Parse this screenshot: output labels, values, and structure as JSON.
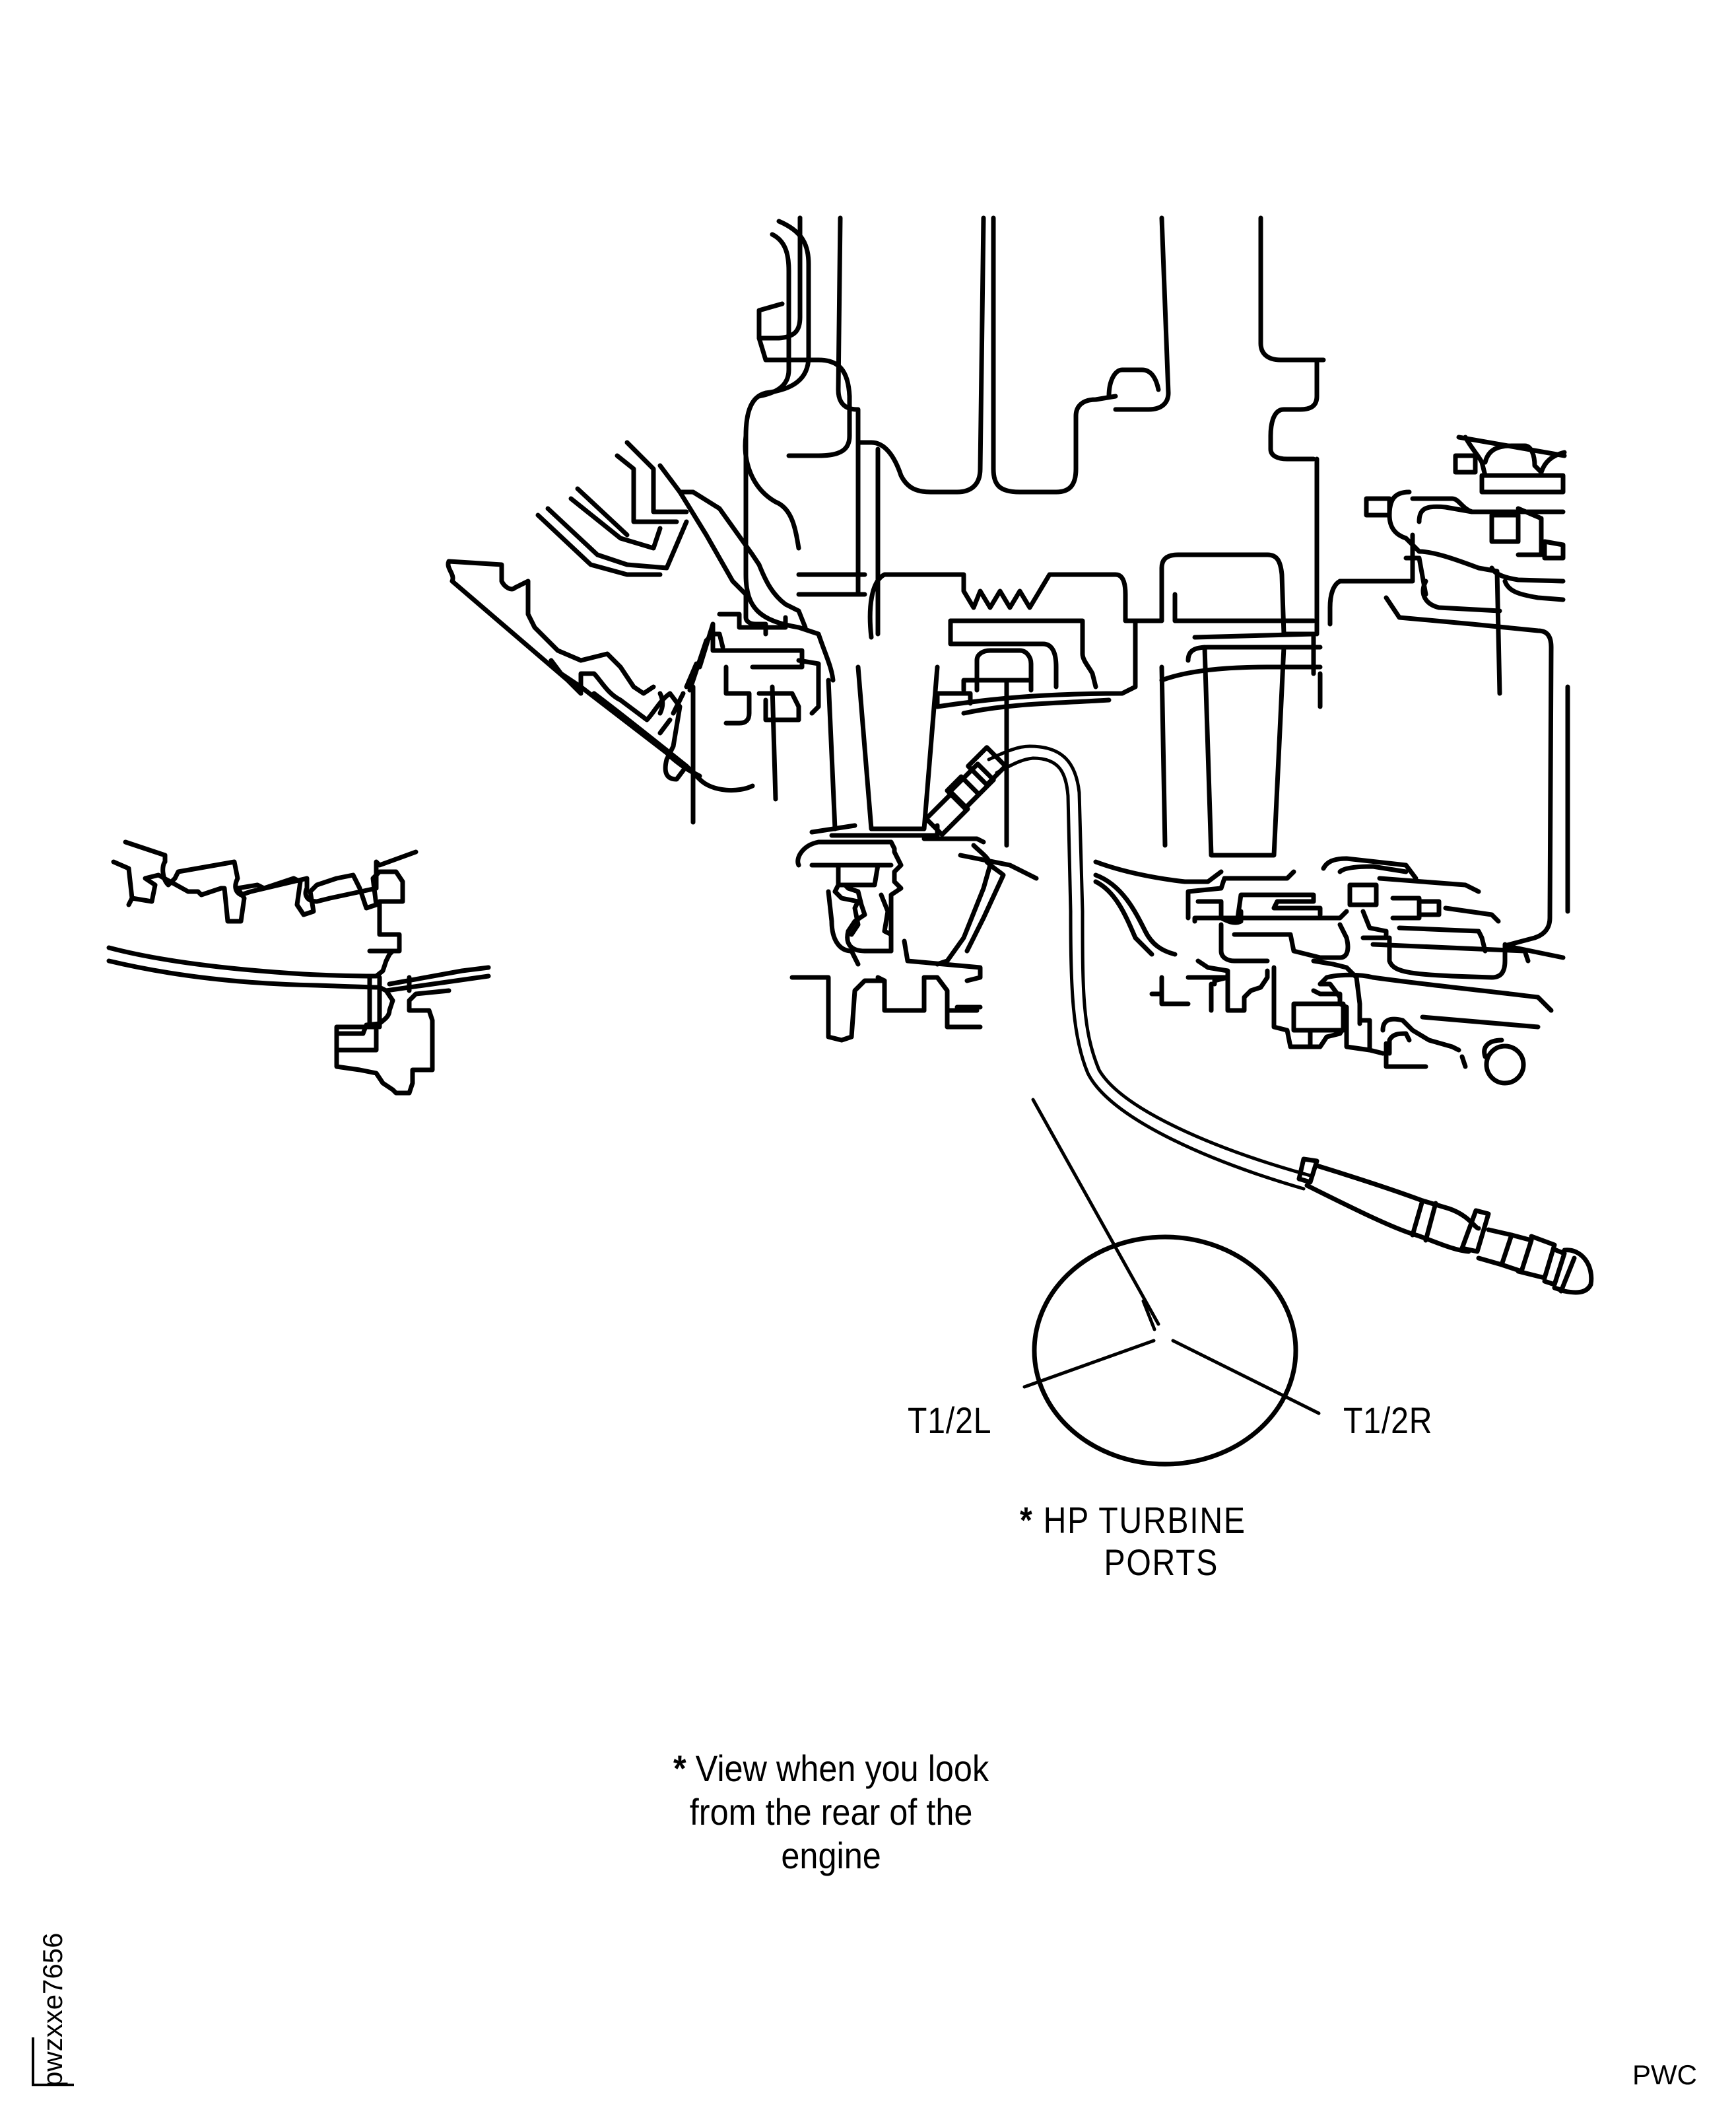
{
  "figure": {
    "subject": "HP turbine section cross-section with thermocouple probe installed",
    "callout": {
      "asterisk_symbol": "*",
      "title_line1": "HP TURBINE",
      "title_line2": "PORTS",
      "ports": [
        {
          "label": "T1/2L"
        },
        {
          "label": "T1/2R"
        }
      ]
    },
    "note": {
      "asterisk_symbol": "*",
      "line1": "View when you look",
      "line2": "from the rear of the",
      "line3": "engine"
    },
    "figure_id": "pwzxxe7656",
    "brand": "PWC"
  },
  "icons": {
    "probe": "thermocouple-probe-icon",
    "port_view": "port-view-circle-icon"
  }
}
